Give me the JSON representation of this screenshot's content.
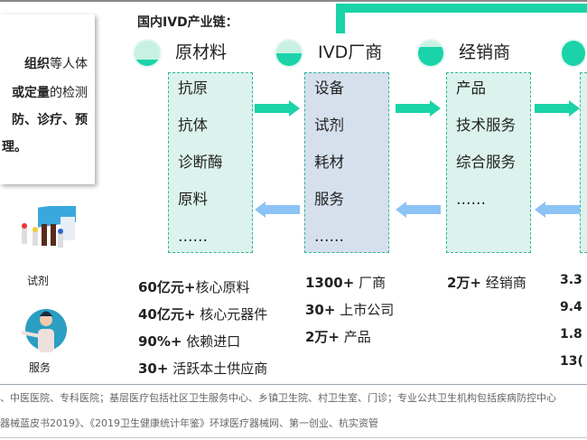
{
  "intro": {
    "lines": [
      {
        "bold": "组织",
        "text": "等人体"
      },
      {
        "bold": "或定量",
        "text": "的检测"
      },
      {
        "bold": "防、诊疗、预",
        "text": ""
      },
      {
        "bold": "理。",
        "text": ""
      }
    ]
  },
  "products": [
    {
      "label": "试剂",
      "icon": "reagent-kit-image"
    },
    {
      "label": "服务",
      "icon": "service-person-image"
    }
  ],
  "chain_title": "国内IVD产业链：",
  "columns": [
    {
      "header": "原材料",
      "level": 0.25,
      "items": [
        "抗原",
        "抗体",
        "诊断酶",
        "原料",
        "……"
      ],
      "stats": [
        {
          "bold": "60亿元+",
          "text": "核心原料"
        },
        {
          "bold": "40亿元+",
          "text": " 核心元器件"
        },
        {
          "bold": "90%+",
          "text": " 依赖进口"
        },
        {
          "bold": "30+",
          "text": " 活跃本土供应商"
        }
      ]
    },
    {
      "header": "IVD厂商",
      "level": 0.5,
      "items": [
        "设备",
        "试剂",
        "耗材",
        "服务",
        "……"
      ],
      "stats": [
        {
          "bold": "1300+",
          "text": " 厂商"
        },
        {
          "bold": "30+",
          "text": " 上市公司"
        },
        {
          "bold": "2万+",
          "text": " 产品"
        }
      ]
    },
    {
      "header": "经销商",
      "level": 0.75,
      "items": [
        "产品",
        "技术服务",
        "综合服务",
        "……"
      ],
      "stats": [
        {
          "bold": "2万+",
          "text": " 经销商"
        }
      ]
    },
    {
      "header": "",
      "level": 1.0,
      "items": [],
      "stats": [
        {
          "bold": "3.3",
          "text": ""
        },
        {
          "bold": "9.4",
          "text": ""
        },
        {
          "bold": "1.8",
          "text": ""
        },
        {
          "bold": "13(",
          "text": ""
        }
      ]
    }
  ],
  "colors": {
    "teal": "#1ad3a9",
    "mint": "#dcf3ed",
    "blue_box": "#d6e0ec",
    "blue_arrow": "#8cc3f5"
  },
  "footer": {
    "line1": "、中医医院、专科医院；基层医疗包括社区卫生服务中心、乡镇卫生院、村卫生室、门诊；专业公共卫生机构包括疾病防控中心",
    "line2": "器械蓝皮书2019》、《2019卫生健康统计年鉴》环球医疗器械网、第一创业、杭实资管"
  }
}
